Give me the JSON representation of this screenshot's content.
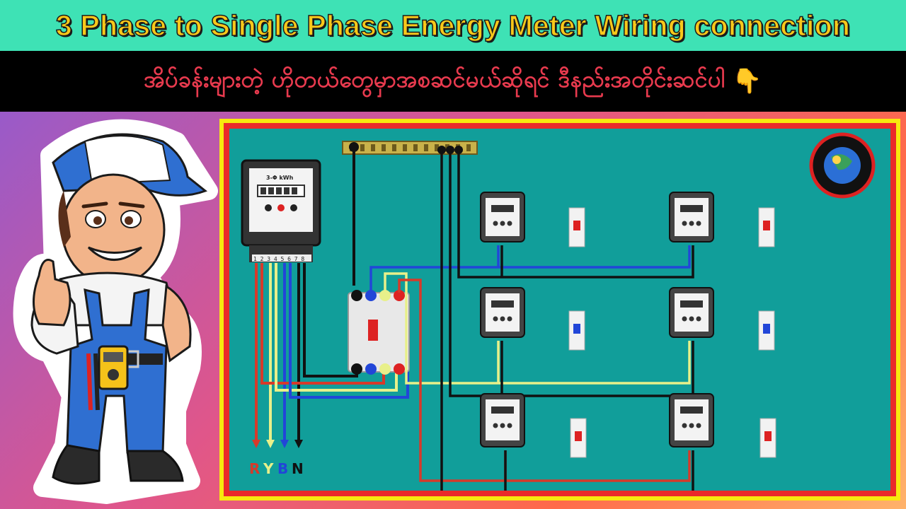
{
  "title": "3 Phase to Single Phase Energy Meter Wiring connection",
  "subtitle": "အိပ်ခန်းများတဲ့ ဟိုတယ်တွေမှာအစဆင်မယ်ဆိုရင် ဒီနည်းအတိုင်းဆင်ပါ",
  "subtitle_emoji": "👇",
  "main_meter": {
    "label": "3-Φ kWh",
    "terminals": "1 2 3 4 5 6 7 8"
  },
  "phase_labels": {
    "r": "R",
    "y": "Y",
    "b": "B",
    "n": "N"
  },
  "colors": {
    "title_bg": "#3ee2b5",
    "title_text": "#f8c81a",
    "subtitle_bg": "#000000",
    "subtitle_text": "#e83a4e",
    "board": "#119e9a",
    "frame_red": "#ea2a2a",
    "frame_yellow": "#f7e90e",
    "wire_red": "#d63a2a",
    "wire_yellow": "#e8f08a",
    "wire_blue": "#2246d8",
    "wire_black": "#111111"
  },
  "icons": [
    "electrician-mascot",
    "three-phase-meter-icon",
    "mccb-breaker-icon",
    "single-phase-meter-icon",
    "mcb-icon",
    "logo-globe-icon"
  ]
}
